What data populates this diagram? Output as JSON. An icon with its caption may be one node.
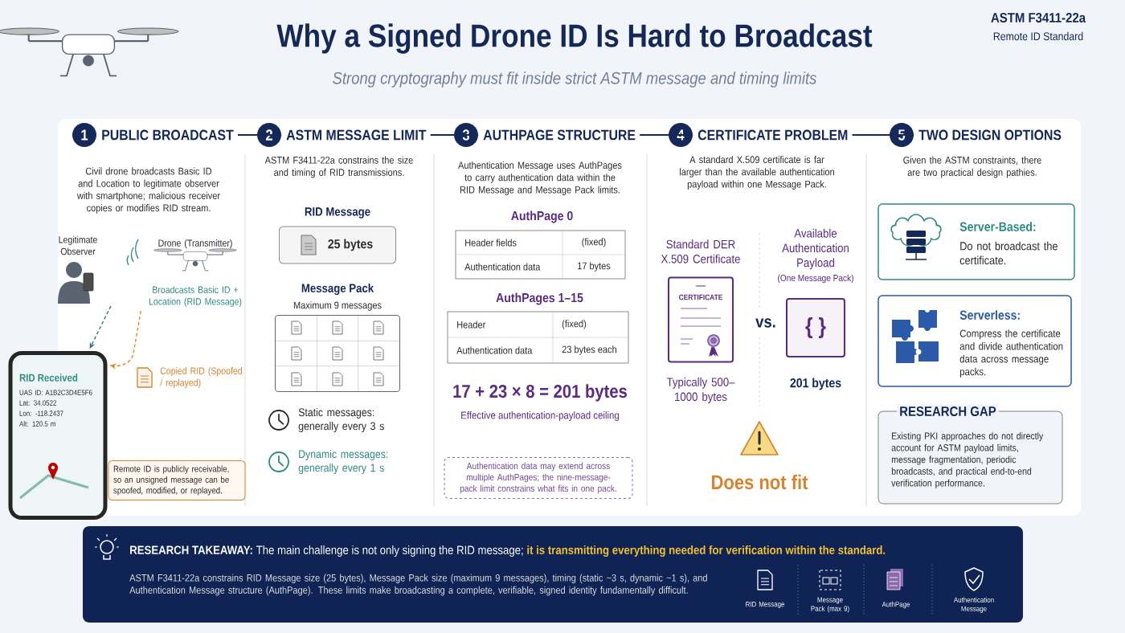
{
  "diagram": {
    "title": "Why a Signed Drone ID Is Hard to Broadcast",
    "nodes": [
      {
        "text": [
          "1",
          "PUBLIC BROADCAST"
        ]
      },
      {
        "text": [
          "2",
          "ASTM MESSAGE LIMIT"
        ]
      },
      {
        "text": [
          "3",
          "AUTHPAGE STRUCTURE"
        ]
      },
      {
        "text": [
          "4",
          "CERTIFICATE PROBLEM"
        ]
      },
      {
        "text": [
          "5",
          "TWO DESIGN OPTIONS"
        ]
      },
      {
        "text": [
          "Legitimate Observer"
        ]
      },
      {
        "text": [
          "Drone (Transmitter)",
          "Broadcasts Basic ID + Location (RID Message)"
        ]
      },
      {
        "text": [
          "RID Received",
          "UAS ID: A1B2C3D4E5F6",
          "Lat: 34.0522",
          "Lon: -118.2437",
          "Alt: 120.5 m"
        ]
      },
      {
        "text": [
          "Remote ID is publicly receivable, so an unsigned message can be spoofed, modified, or replayed."
        ]
      },
      {
        "text": [
          "RID Message",
          "25 bytes"
        ]
      },
      {
        "text": [
          "Message Pack",
          "Maximum 9 messages"
        ]
      },
      {
        "text": [
          "AuthPage 0",
          "Header fields",
          "(fixed)",
          "Authentication data",
          "17 bytes"
        ]
      },
      {
        "text": [
          "AuthPages 1–15",
          "Header",
          "(fixed)",
          "Authentication data",
          "23 bytes each"
        ]
      },
      {
        "text": [
          "Authentication data may extend across multiple AuthPages; the nine-message-pack limit constrains what fits in one pack."
        ]
      },
      {
        "text": [
          "Standard DER X.509 Certificate",
          "CERTIFICATE",
          "Typically 500–1000 bytes"
        ]
      },
      {
        "text": [
          "Available Authentication Payload",
          "(One Message Pack)",
          "{ }",
          "201 bytes"
        ]
      },
      {
        "text": [
          "Server-Based:",
          "Do not broadcast the certificate."
        ]
      },
      {
        "text": [
          "Serverless:",
          "Compress the certificate and divide authentication data across message packs."
        ]
      },
      {
        "text": [
          "RESEARCH GAP",
          "Existing PKI approaches do not directly account for ASTM payload limits, message fragmentation, periodic broadcasts, and practical end-to-end verification performance."
        ]
      },
      {
        "text": [
          "RESEARCH TAKEAWAY:",
          "The main challenge is not only signing the RID message;",
          "it is transmitting everything needed for verification within the standard.",
          "ASTM F3411-22a constrains RID Message size (25 bytes), Message Pack size (maximum 9 messages), timing (static ~3 s, dynamic ~1 s), and Authentication Message structure (AuthPage). These limits make broadcasting a complete, verifiable, signed identity fundamentally difficult."
        ]
      }
    ],
    "edges": [
      {
        "from": 0,
        "to": 1,
        "arrow": "to"
      },
      {
        "from": 1,
        "to": 2,
        "arrow": "to"
      },
      {
        "from": 2,
        "to": 3,
        "arrow": "to"
      },
      {
        "from": 3,
        "to": 4,
        "arrow": "to"
      },
      {
        "from": 5,
        "to": 7,
        "arrow": "to",
        "style": "dashed",
        "color": "#3d6e74"
      },
      {
        "from": 6,
        "to": 7,
        "arrow": "to",
        "style": "dashed",
        "color": "#e08a26"
      }
    ],
    "labels": [
      "ASTM F3411-22a",
      "Remote ID Standard",
      "Strong cryptography must fit inside strict ASTM message and timing limits",
      "Civil drone broadcasts Basic ID and Location to legitimate observer with smartphone; malicious receiver copies or modifies RID stream.",
      "Copied RID (Spoofed / replayed)",
      "ASTM F3411-22a constrains the size and timing of RID transmissions.",
      "Static messages: generally every 3 s",
      "Dynamic messages: generally every 1 s",
      "Authentication Message uses AuthPages to carry authentication data within the RID Message and Message Pack limits.",
      "17 + 23 × 8 = 201 bytes",
      "Effective authentication-payload ceiling",
      "A standard X.509 certificate is far larger than the available authentication payload within one Message Pack.",
      "vs.",
      "Does not fit",
      "Given the ASTM constraints, there are two practical design pathies.",
      "RID Message",
      "Message Pack (max 9)",
      "AuthPage",
      "Authentication Message"
    ]
  }
}
